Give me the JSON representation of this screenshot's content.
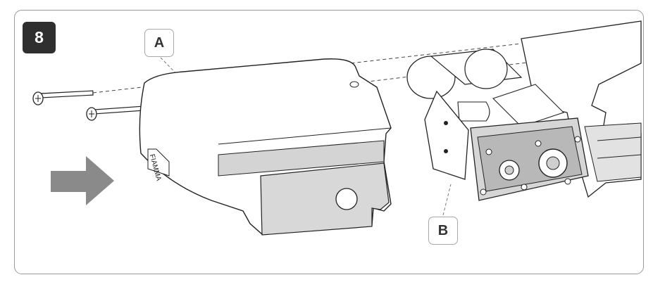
{
  "step": {
    "number": "8"
  },
  "callouts": {
    "a": "A",
    "b": "B"
  },
  "colors": {
    "frame_border": "#9a9a9a",
    "badge_bg": "#2f2f2f",
    "arrow": "#8a8a8a",
    "part_fill": "#ffffff",
    "part_shade": "#d4d4d4",
    "line": "#222222"
  },
  "icons": [
    "push-direction-arrow-icon",
    "screw-icon"
  ]
}
